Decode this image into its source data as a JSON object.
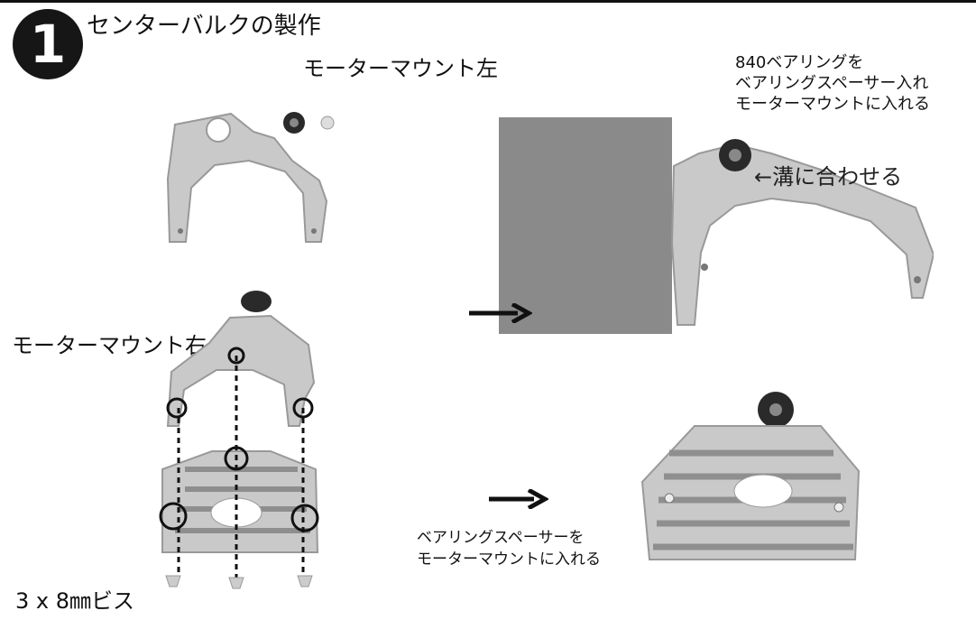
{
  "header": {
    "step_number": "1",
    "title": "センターバルクの製作",
    "subtitle": "モーターマウント左"
  },
  "notes": {
    "bearing_lines": [
      "840ベアリングを",
      "ベアリングスペーサー入れ",
      "モーターマウントに入れる"
    ],
    "groove": "←溝に合わせる",
    "motor_mount_right": "モーターマウント右",
    "screws": "3 x 8㎜ビス",
    "spacer_lines": [
      "ベアリングスペーサーを",
      "モーターマウントに入れる"
    ]
  },
  "colors": {
    "ink": "#111111",
    "aluminum": "#c9c9c9",
    "aluminum_edge": "#9a9a9a",
    "rubber": "#2a2a2a"
  },
  "icons": [
    "right-arrow-icon",
    "circle-marker-icon",
    "screw-icon"
  ]
}
